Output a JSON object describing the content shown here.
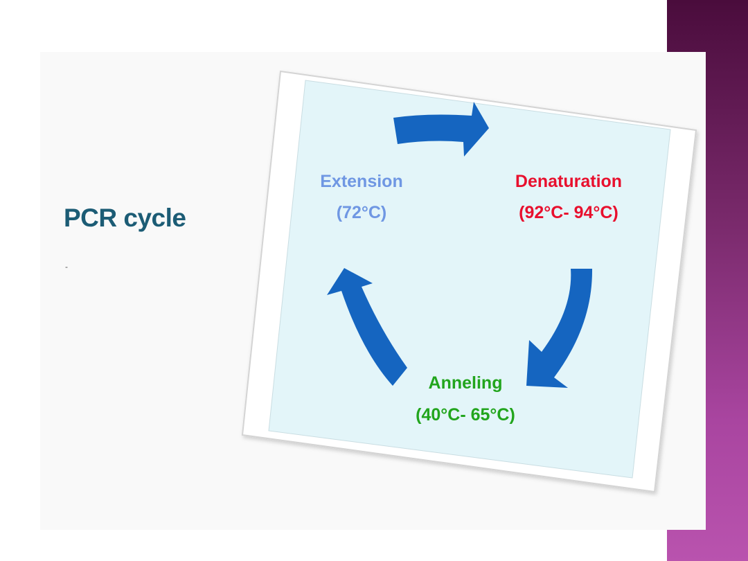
{
  "slide": {
    "title": "PCR cycle",
    "bullet": "-"
  },
  "cycle": {
    "stages": [
      {
        "name": "Extension",
        "temp": "(72°C)",
        "color": "#6f97e3"
      },
      {
        "name": "Denaturation",
        "temp": "(92°C- 94°C)",
        "color": "#e8102e"
      },
      {
        "name": "Anneling",
        "temp": "(40°C- 65°C)",
        "color": "#22a51d"
      }
    ],
    "arrow_color": "#1565c0",
    "panel_color": "#e3f5f9",
    "frame_color": "#ffffff"
  },
  "theme": {
    "title_color": "#1c5c75",
    "accent_band": "#8a2f7f"
  }
}
